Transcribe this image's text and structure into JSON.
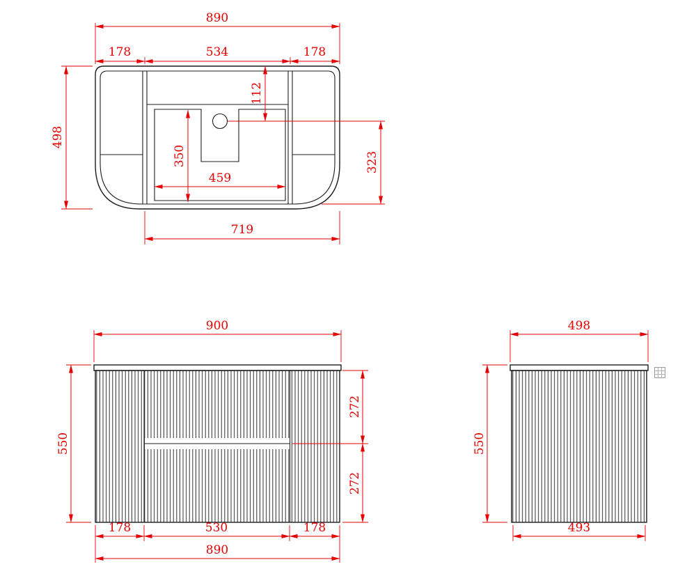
{
  "page": {
    "background": "#ffffff"
  },
  "drawing": {
    "colors": {
      "dimension": "#e60000",
      "outline": "#1c1c1c"
    },
    "top_view": {
      "overall_width": "890",
      "left_section": "178",
      "center_section": "534",
      "right_section": "178",
      "faucet_setback": "112",
      "overall_depth": "498",
      "basin_depth": "350",
      "basin_width": "459",
      "rear_to_front_inner": "323",
      "inner_width": "719"
    },
    "front_view": {
      "countertop_width": "900",
      "height": "550",
      "upper_drawer_height": "272",
      "lower_drawer_height": "272",
      "left_section": "178",
      "center_section": "530",
      "right_section": "178",
      "cabinet_width": "890"
    },
    "side_view": {
      "top_depth": "498",
      "height": "550",
      "bottom_depth": "493"
    },
    "corner_icon": "table-grid-icon"
  }
}
